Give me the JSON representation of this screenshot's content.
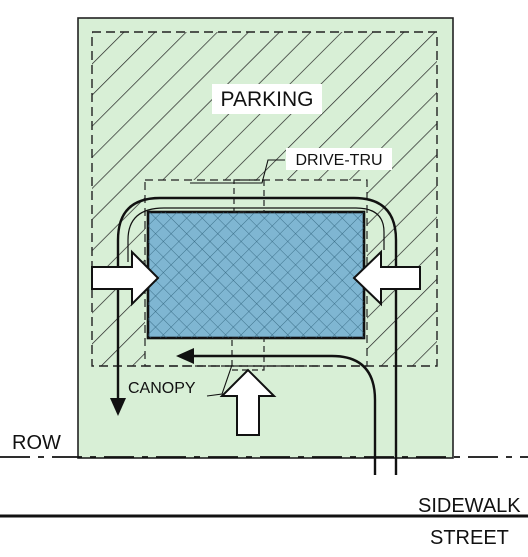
{
  "labels": {
    "parking": "PARKING",
    "drive_thru": "DRIVE-TRU",
    "canopy": "CANOPY",
    "row": "ROW",
    "sidewalk": "SIDEWALK",
    "street": "STREET"
  },
  "colors": {
    "lot_fill": "#d8efd6",
    "building_fill": "#7fb6d2",
    "line": "#111111",
    "background": "#ffffff"
  },
  "icons": [
    "entry-arrow-icon",
    "exit-arrow-icon",
    "circulation-arrow-icon"
  ]
}
